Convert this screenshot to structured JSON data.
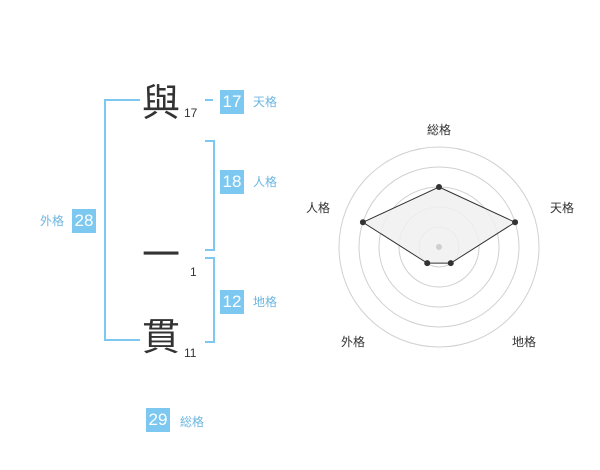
{
  "name": {
    "chars": [
      {
        "char": "與",
        "strokes": "17"
      },
      {
        "char": "一",
        "strokes": "1"
      },
      {
        "char": "貫",
        "strokes": "11"
      }
    ]
  },
  "scores": {
    "tenkaku": {
      "value": "17",
      "label": "天格"
    },
    "jinkaku": {
      "value": "18",
      "label": "人格"
    },
    "chikaku": {
      "value": "12",
      "label": "地格"
    },
    "gaikaku": {
      "value": "28",
      "label": "外格"
    },
    "soukaku": {
      "value": "29",
      "label": "総格"
    }
  },
  "radar": {
    "axes": [
      "総格",
      "天格",
      "地格",
      "外格",
      "人格"
    ],
    "levels": [
      3,
      4,
      1,
      1,
      4
    ],
    "max_level": 5,
    "fill_color": "#f0f0f0",
    "ring_color": "#d0d0d0",
    "accent_color": "#7cc8f0"
  }
}
